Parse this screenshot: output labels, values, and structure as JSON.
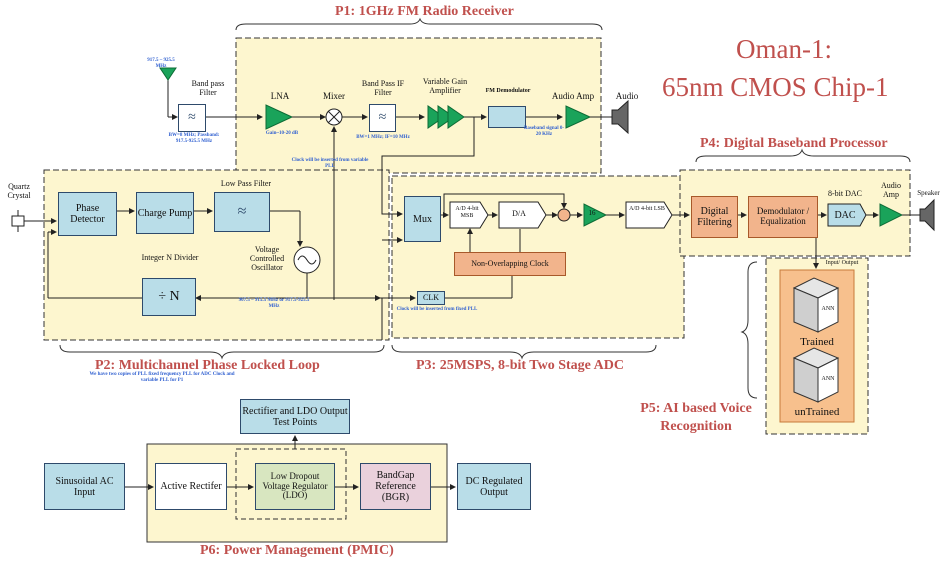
{
  "title": {
    "line1": "Oman-1:",
    "line2": "65nm CMOS Chip-1"
  },
  "sections": {
    "p1": "P1: 1GHz FM Radio Receiver",
    "p2": "P2: Multichannel Phase Locked Loop",
    "p3": "P3: 25MSPS, 8-bit Two Stage ADC",
    "p4": "P4: Digital Baseband Processor",
    "p5": "P5: AI based Voice Recognition",
    "p6": "P6: Power Management (PMIC)"
  },
  "p1": {
    "freq_in": "917.5 – 925.5 MHz",
    "bpf": "Band pass Filter",
    "bpf_note": "BW=8 MHz; Passband: 917.5-925.5 MHz",
    "lna": "LNA",
    "lna_gain": "Gain~10-20 dB",
    "mixer": "Mixer",
    "if_filter": "Band Pass IF Filter",
    "if_note": "BW=1 MHz; IF=10 MHz",
    "vga": "Variable Gain Amplifier",
    "fm_demod": "FM Demodulator",
    "audio_amp": "Audio Amp",
    "audio": "Audio",
    "baseband": "Baseband signal 0-20 KHz",
    "clock_note": "Clock will be inserted from variable PLL"
  },
  "p2": {
    "quartz": "Quartz Crystal",
    "phase_detector": "Phase Detector",
    "charge_pump": "Charge Pump",
    "lpf": "Low Pass Filter",
    "vco": "Voltage Controlled Oscillator",
    "divider": "Integer N Divider",
    "divider_symbol": "÷ N",
    "freq": "907.5 – 915.5 MHz or 917.5-925.5 MHz",
    "note": "We have two copies of PLL fixed frequency PLL for ADC Clock and variable PLL for P1"
  },
  "p3": {
    "mux": "Mux",
    "msb": "A/D 4-bit MSB",
    "da": "D/A",
    "gain": "16",
    "lsb": "A/D 4-bit LSB",
    "nonoverlap": "Non-Overlapping Clock",
    "clk": "CLK",
    "clk_note": "Clock will be inserted from fixed PLL"
  },
  "p4": {
    "digital_filtering": "Digital Filtering",
    "demod": "Demodulator / Equalization",
    "dac_label": "8-bit DAC",
    "dac": "DAC",
    "audio_amp": "Audio Amp",
    "speaker": "Speaker"
  },
  "p5": {
    "io": "Input/ Output",
    "ann": "ANN",
    "trained": "Trained",
    "untrained": "unTrained"
  },
  "p6": {
    "ac_input": "Sinusoidal AC Input",
    "rectifier": "Active Rectifer",
    "ldo": "Low Dropout Voltage Regulator (LDO)",
    "bgr": "BandGap Reference (BGR)",
    "dc_output": "DC Regulated Output",
    "test_points": "Rectifier and LDO Output Test Points"
  },
  "colors": {
    "accent_red": "#c0504d",
    "block_blue": "#b9dde8",
    "region_yellow": "#fdf6cf",
    "amp_green": "#1aa35a",
    "note_blue": "#2f5fd0"
  }
}
